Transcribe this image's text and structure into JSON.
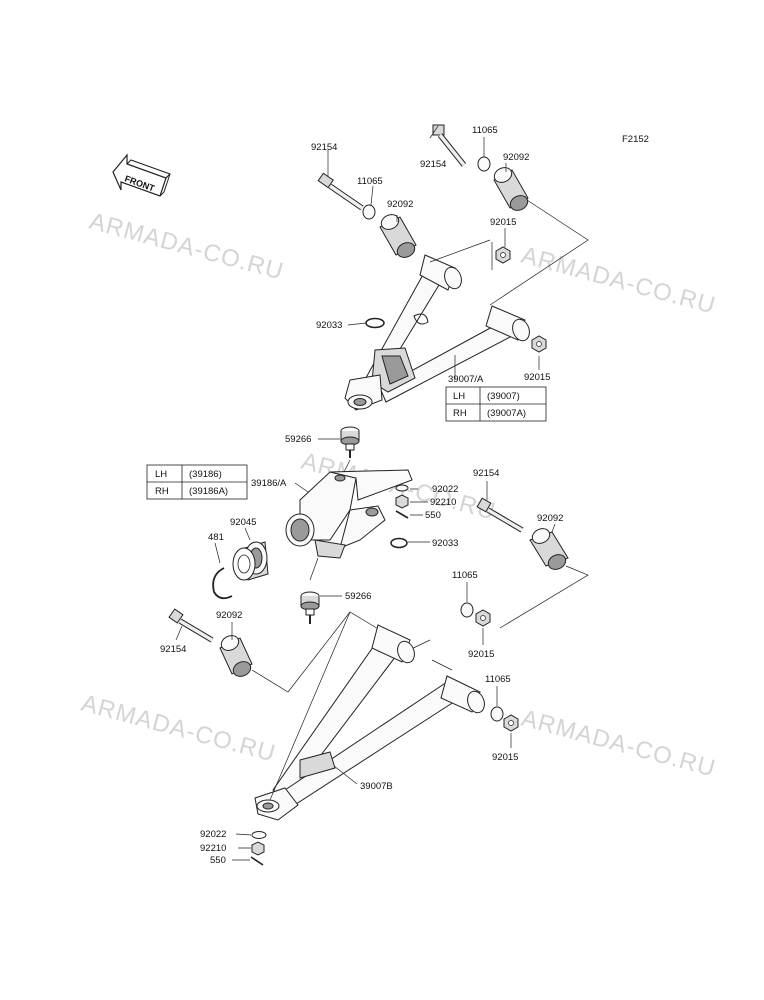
{
  "diagram_code": "F2152",
  "watermark": "ARMADA-CO.RU",
  "direction_label": "FRONT",
  "labels": {
    "bolt_upper_left": "92154",
    "washer_upper_left": "11065",
    "bushing_upper_left": "92092",
    "bolt_upper_right": "92154",
    "washer_upper_right": "11065",
    "bushing_upper_right": "92092",
    "nut_upper_a": "92015",
    "nut_upper_b": "92015",
    "circlip_upper": "92033",
    "upper_arm": "39007/A",
    "ball_joint_upper": "59266",
    "knuckle": "39186/A",
    "washer_knuckle": "92022",
    "nut_knuckle": "92210",
    "pin_knuckle": "550",
    "circlip_knuckle": "92033",
    "bearing": "92045",
    "snap_ring": "481",
    "ball_joint_lower": "59266",
    "bolt_lower_right": "92154",
    "bushing_lower_right": "92092",
    "washer_lower_a": "11065",
    "nut_lower_a": "92015",
    "bolt_lower_left": "92154",
    "bushing_lower_left": "92092",
    "washer_lower_b": "11065",
    "nut_lower_b": "92015",
    "lower_arm": "39007B",
    "washer_bottom": "92022",
    "nut_bottom": "92210",
    "pin_bottom": "550"
  },
  "tables": {
    "upper_arm": [
      {
        "side": "LH",
        "part": "(39007)"
      },
      {
        "side": "RH",
        "part": "(39007A)"
      }
    ],
    "knuckle": [
      {
        "side": "LH",
        "part": "(39186)"
      },
      {
        "side": "RH",
        "part": "(39186A)"
      }
    ]
  }
}
